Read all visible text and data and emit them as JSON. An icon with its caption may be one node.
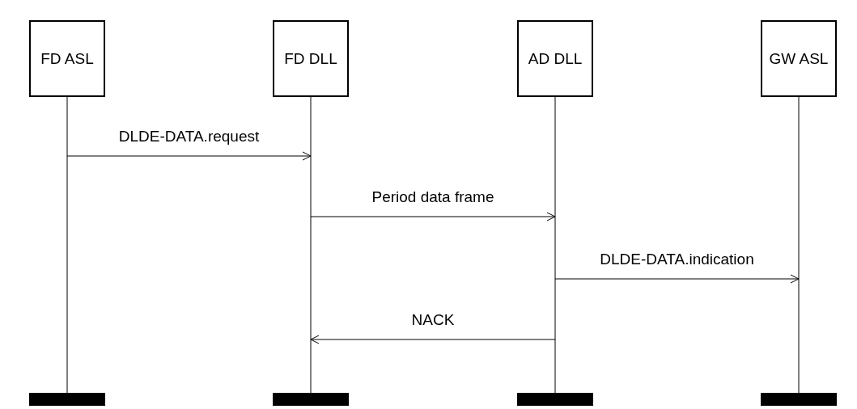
{
  "diagram": {
    "nodes": [
      {
        "text": [
          "FD ASL"
        ]
      },
      {
        "text": [
          "FD DLL"
        ]
      },
      {
        "text": [
          "AD DLL"
        ]
      },
      {
        "text": [
          "GW ASL"
        ]
      },
      {
        "text": [],
        "shape": "bar"
      },
      {
        "text": [],
        "shape": "bar"
      },
      {
        "text": [],
        "shape": "bar"
      },
      {
        "text": [],
        "shape": "bar"
      }
    ],
    "edges": [
      {
        "from": 0,
        "to": 1,
        "arrow": "to",
        "label": "DLDE-DATA.request"
      },
      {
        "from": 1,
        "to": 2,
        "arrow": "to",
        "label": "Period data frame"
      },
      {
        "from": 2,
        "to": 3,
        "arrow": "to",
        "label": "DLDE-DATA.indication"
      },
      {
        "from": 2,
        "to": 1,
        "arrow": "to",
        "label": "NACK"
      }
    ]
  }
}
